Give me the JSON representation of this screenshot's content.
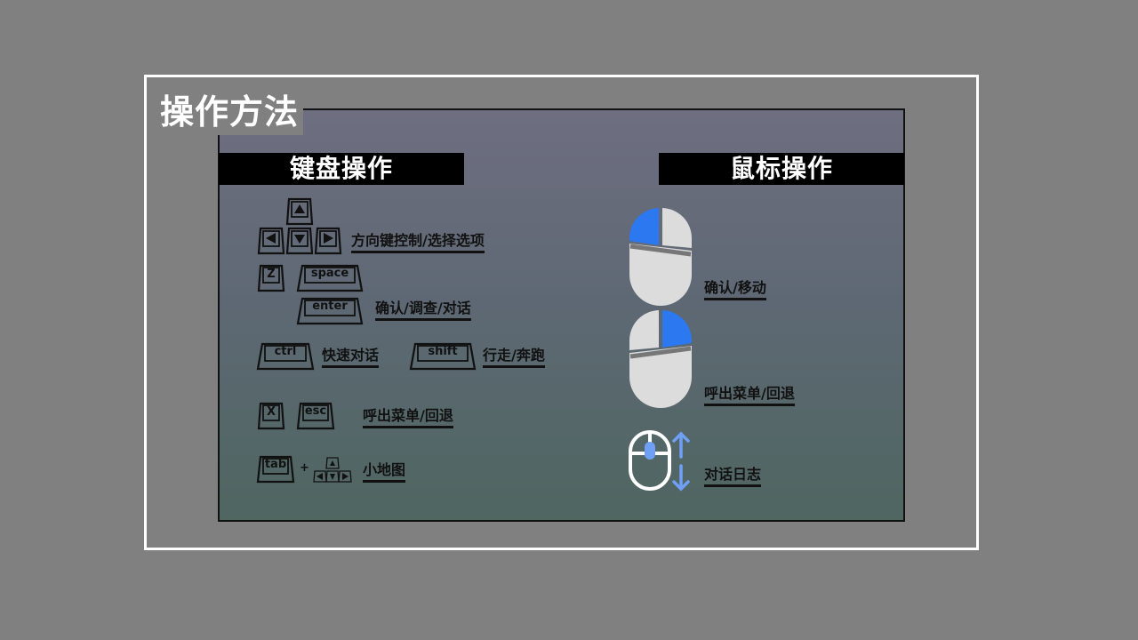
{
  "title": "操作方法",
  "sections": {
    "keyboard": {
      "title": "键盘操作"
    },
    "mouse": {
      "title": "鼠标操作"
    }
  },
  "keyboard_rows": {
    "arrows": {
      "action": "方向键控制/选择选项"
    },
    "z_space": {
      "key_z": "Z",
      "key_space": "space"
    },
    "enter": {
      "key_enter": "enter",
      "action": "确认/调查/对话"
    },
    "ctrl": {
      "key": "ctrl",
      "action": "快速对话"
    },
    "shift": {
      "key": "shift",
      "action": "行走/奔跑"
    },
    "x_esc": {
      "key_x": "X",
      "key_esc": "esc",
      "action": "呼出菜单/回退"
    },
    "tab": {
      "key": "tab",
      "plus": "+",
      "action": "小地图"
    }
  },
  "mouse_rows": {
    "left_click": {
      "action": "确认/移动",
      "icon": "mouse-left-click-icon"
    },
    "right_click": {
      "action": "呼出菜单/回退",
      "icon": "mouse-right-click-icon"
    },
    "scroll": {
      "action": "对话日志",
      "icon": "mouse-scroll-icon"
    }
  },
  "colors": {
    "background": "#808080",
    "accent_blue": "#2b78f0",
    "scroll_blue": "#6fa0f5",
    "mouse_body": "#dcdcdc",
    "header_bg": "#000000",
    "panel_top": "#6e6e80",
    "panel_bottom": "#4f6661"
  }
}
